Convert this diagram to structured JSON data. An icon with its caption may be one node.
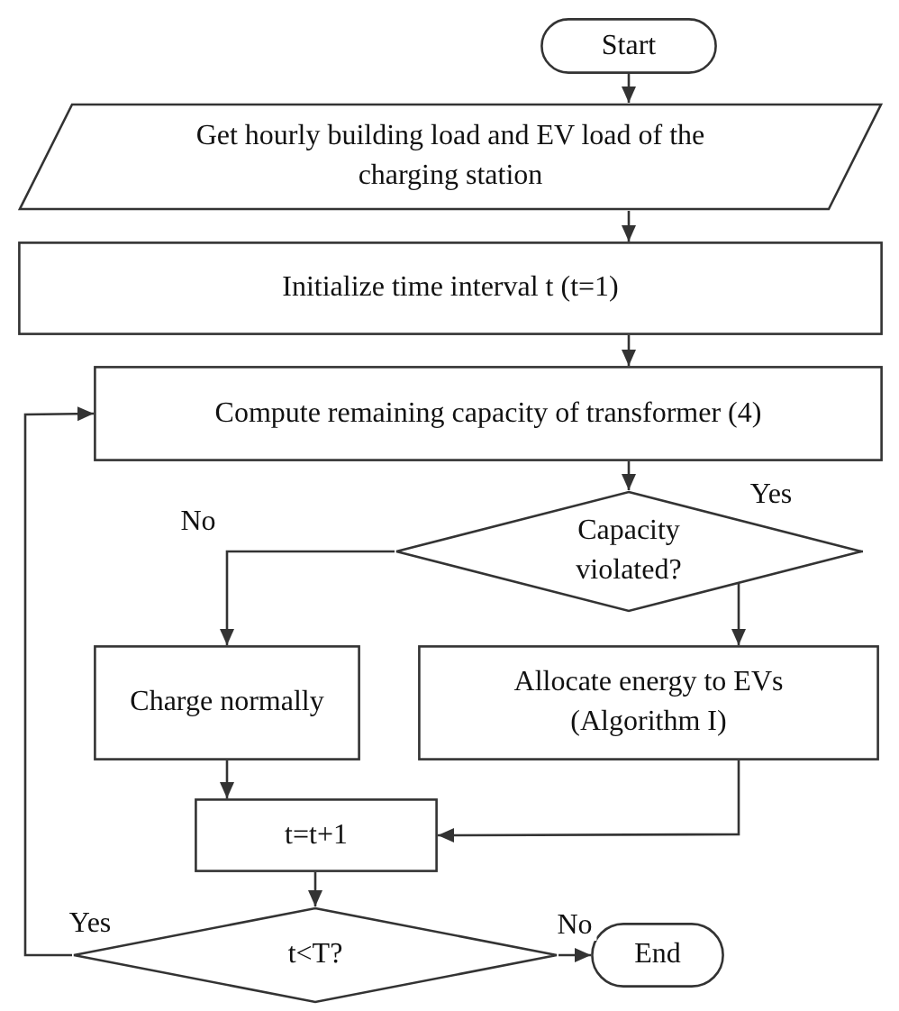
{
  "diagram": {
    "nodes": [
      {
        "text": [
          "Start"
        ]
      },
      {
        "text": [
          "Get hourly building load and EV load of the charging station"
        ]
      },
      {
        "text": [
          "Initialize time interval t (t=1)"
        ]
      },
      {
        "text": [
          "Compute remaining capacity of transformer (4)"
        ]
      },
      {
        "text": [
          "Capacity violated?"
        ]
      },
      {
        "text": [
          "Charge normally"
        ]
      },
      {
        "text": [
          "Allocate energy to EVs (Algorithm I)"
        ]
      },
      {
        "text": [
          "t=t+1"
        ]
      },
      {
        "text": [
          "t<T?"
        ]
      },
      {
        "text": [
          "End"
        ]
      }
    ],
    "edges": [
      {
        "from": 0,
        "to": 1,
        "arrow": "to"
      },
      {
        "from": 1,
        "to": 2,
        "arrow": "to"
      },
      {
        "from": 2,
        "to": 3,
        "arrow": "to"
      },
      {
        "from": 3,
        "to": 4,
        "arrow": "to"
      },
      {
        "from": 4,
        "to": 5,
        "arrow": "to",
        "label": "No"
      },
      {
        "from": 4,
        "to": 6,
        "arrow": "to",
        "label": "Yes"
      },
      {
        "from": 5,
        "to": 7,
        "arrow": "to"
      },
      {
        "from": 6,
        "to": 7,
        "arrow": "to"
      },
      {
        "from": 7,
        "to": 8,
        "arrow": "to"
      },
      {
        "from": 8,
        "to": 3,
        "arrow": "to",
        "label": "Yes"
      },
      {
        "from": 8,
        "to": 9,
        "arrow": "to",
        "label": "No"
      }
    ]
  }
}
